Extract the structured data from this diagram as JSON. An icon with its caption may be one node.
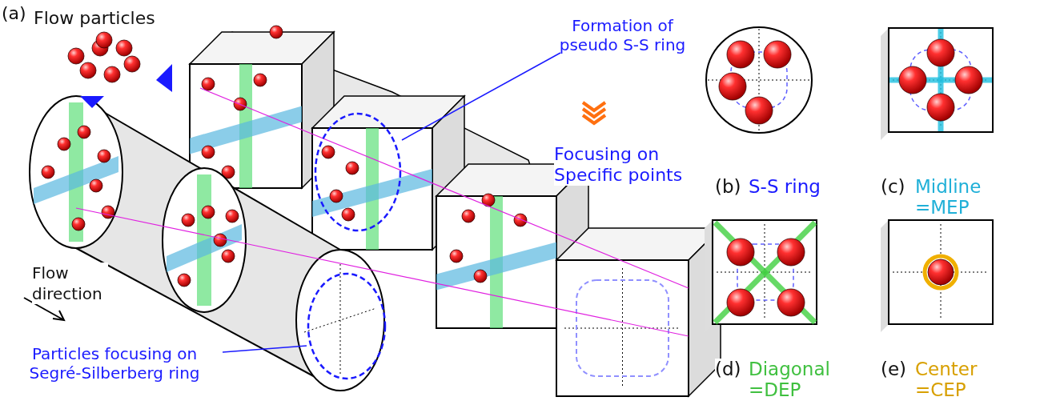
{
  "diagram": {
    "nodes": [
      {
        "text": [
          "Formation of pseudo S-S ring"
        ]
      },
      {
        "text": [],
        "shape": "circle"
      },
      {
        "text": [
          "Particles focusing on Segré-Silberberg ring"
        ]
      },
      {
        "text": [],
        "shape": "circle"
      }
    ],
    "edges": [
      {
        "from": 0,
        "to": 1,
        "arrow": "none"
      },
      {
        "from": 2,
        "to": 3,
        "arrow": "none"
      }
    ],
    "labels": [
      "(a)",
      "Flow particles",
      "Focusing on Specific points",
      "Flow direction",
      "(b)",
      "S-S ring",
      "(c)",
      "Midline =MEP",
      "(d)",
      "Diagonal =DEP",
      "(e)",
      "Center =CEP"
    ]
  }
}
